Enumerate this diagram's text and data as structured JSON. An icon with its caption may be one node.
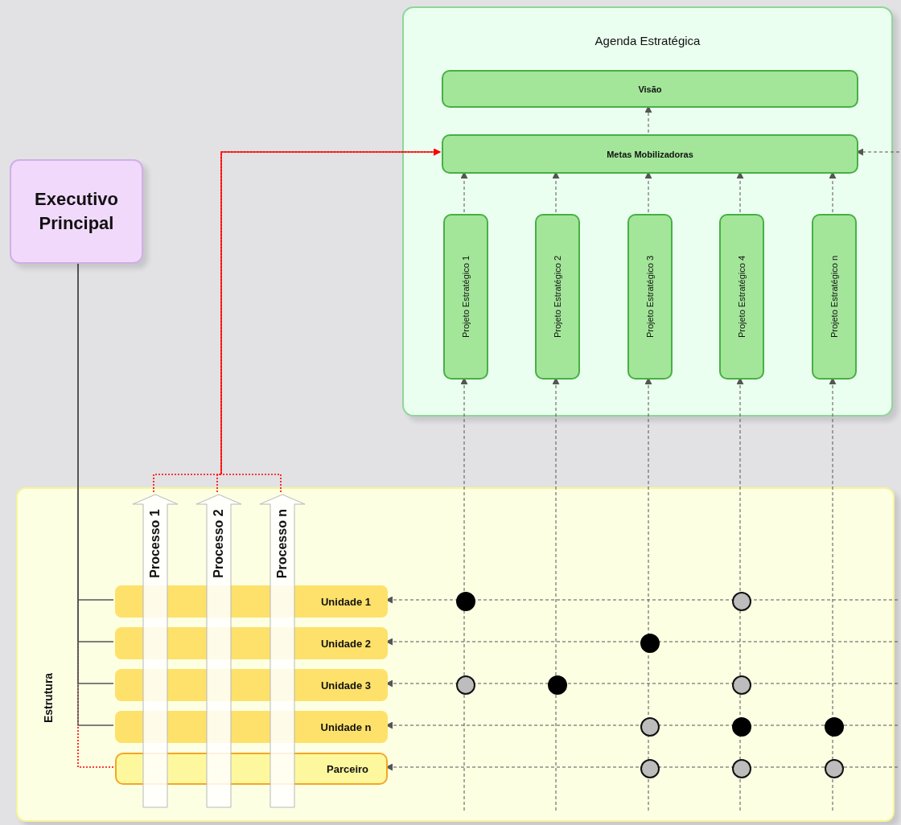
{
  "diagram": {
    "nodes": [
      {
        "text": [
          "Executivo Principal"
        ]
      },
      {
        "text": [
          "Agenda Estratégica"
        ]
      },
      {
        "text": [
          "Visão"
        ],
        "in": 1
      },
      {
        "text": [
          "Metas Mobilizadoras"
        ],
        "in": 1
      },
      {
        "text": [
          "Projeto Estratégico 1"
        ],
        "in": 1
      },
      {
        "text": [
          "Projeto Estratégico 2"
        ],
        "in": 1
      },
      {
        "text": [
          "Projeto Estratégico 3"
        ],
        "in": 1
      },
      {
        "text": [
          "Projeto Estratégico 4"
        ],
        "in": 1
      },
      {
        "text": [
          "Projeto Estratégico n"
        ],
        "in": 1
      },
      {
        "text": [
          "Estrutura"
        ]
      },
      {
        "text": [
          "Unidade 1"
        ],
        "in": 9
      },
      {
        "text": [
          "Unidade 2"
        ],
        "in": 9
      },
      {
        "text": [
          "Unidade 3"
        ],
        "in": 9
      },
      {
        "text": [
          "Unidade n"
        ],
        "in": 9
      },
      {
        "text": [
          "Parceiro"
        ],
        "in": 9
      },
      {
        "text": [
          "Processo 1"
        ],
        "in": 9
      },
      {
        "text": [
          "Processo 2"
        ],
        "in": 9
      },
      {
        "text": [
          "Processo n"
        ],
        "in": 9
      },
      {
        "text": [],
        "shape": "circle",
        "in": 9
      },
      {
        "text": [],
        "shape": "circle",
        "in": 9
      },
      {
        "text": [],
        "shape": "circle",
        "in": 9
      },
      {
        "text": [],
        "shape": "circle",
        "in": 9
      },
      {
        "text": [],
        "shape": "circle",
        "in": 9
      },
      {
        "text": [],
        "shape": "circle",
        "in": 9
      },
      {
        "text": [],
        "shape": "circle",
        "in": 9
      },
      {
        "text": [],
        "shape": "circle",
        "in": 9
      },
      {
        "text": [],
        "shape": "circle",
        "in": 9
      },
      {
        "text": [],
        "shape": "circle",
        "in": 9
      },
      {
        "text": [],
        "shape": "circle",
        "in": 9
      },
      {
        "text": [],
        "shape": "circle",
        "in": 9
      }
    ],
    "edges": [
      {
        "from": 3,
        "to": 2,
        "arrow": "to",
        "style": "dashed"
      },
      {
        "from": 4,
        "to": 3,
        "arrow": "to",
        "style": "dashed"
      },
      {
        "from": 5,
        "to": 3,
        "arrow": "to",
        "style": "dashed"
      },
      {
        "from": 6,
        "to": 3,
        "arrow": "to",
        "style": "dashed"
      },
      {
        "from": 7,
        "to": 3,
        "arrow": "to",
        "style": "dashed"
      },
      {
        "from": 8,
        "to": 3,
        "arrow": "to",
        "style": "dashed"
      },
      {
        "from": null,
        "to": 3,
        "arrow": "to",
        "style": "dashed"
      },
      {
        "from": null,
        "to": 4,
        "arrow": "to",
        "style": "dashed"
      },
      {
        "from": null,
        "to": 5,
        "arrow": "to",
        "style": "dashed"
      },
      {
        "from": null,
        "to": 6,
        "arrow": "to",
        "style": "dashed"
      },
      {
        "from": null,
        "to": 7,
        "arrow": "to",
        "style": "dashed"
      },
      {
        "from": null,
        "to": 8,
        "arrow": "to",
        "style": "dashed"
      },
      {
        "from": null,
        "to": 10,
        "arrow": "to",
        "style": "dashed"
      },
      {
        "from": null,
        "to": 11,
        "arrow": "to",
        "style": "dashed"
      },
      {
        "from": null,
        "to": 12,
        "arrow": "to",
        "style": "dashed"
      },
      {
        "from": null,
        "to": 13,
        "arrow": "to",
        "style": "dashed"
      },
      {
        "from": null,
        "to": 14,
        "arrow": "to",
        "style": "dashed"
      },
      {
        "from": 0,
        "to": 10,
        "arrow": "none"
      },
      {
        "from": 0,
        "to": 11,
        "arrow": "none"
      },
      {
        "from": 0,
        "to": 12,
        "arrow": "none"
      },
      {
        "from": 0,
        "to": 13,
        "arrow": "none"
      },
      {
        "from": 0,
        "to": 14,
        "arrow": "none",
        "style": "dashed",
        "color": "#ff0000"
      },
      {
        "from": 15,
        "to": 3,
        "arrow": "to",
        "style": "dashed",
        "color": "#ff0000"
      },
      {
        "from": 16,
        "to": 3,
        "arrow": "to",
        "style": "dashed",
        "color": "#ff0000"
      },
      {
        "from": 17,
        "to": 3,
        "arrow": "to",
        "style": "dashed",
        "color": "#ff0000"
      }
    ]
  }
}
